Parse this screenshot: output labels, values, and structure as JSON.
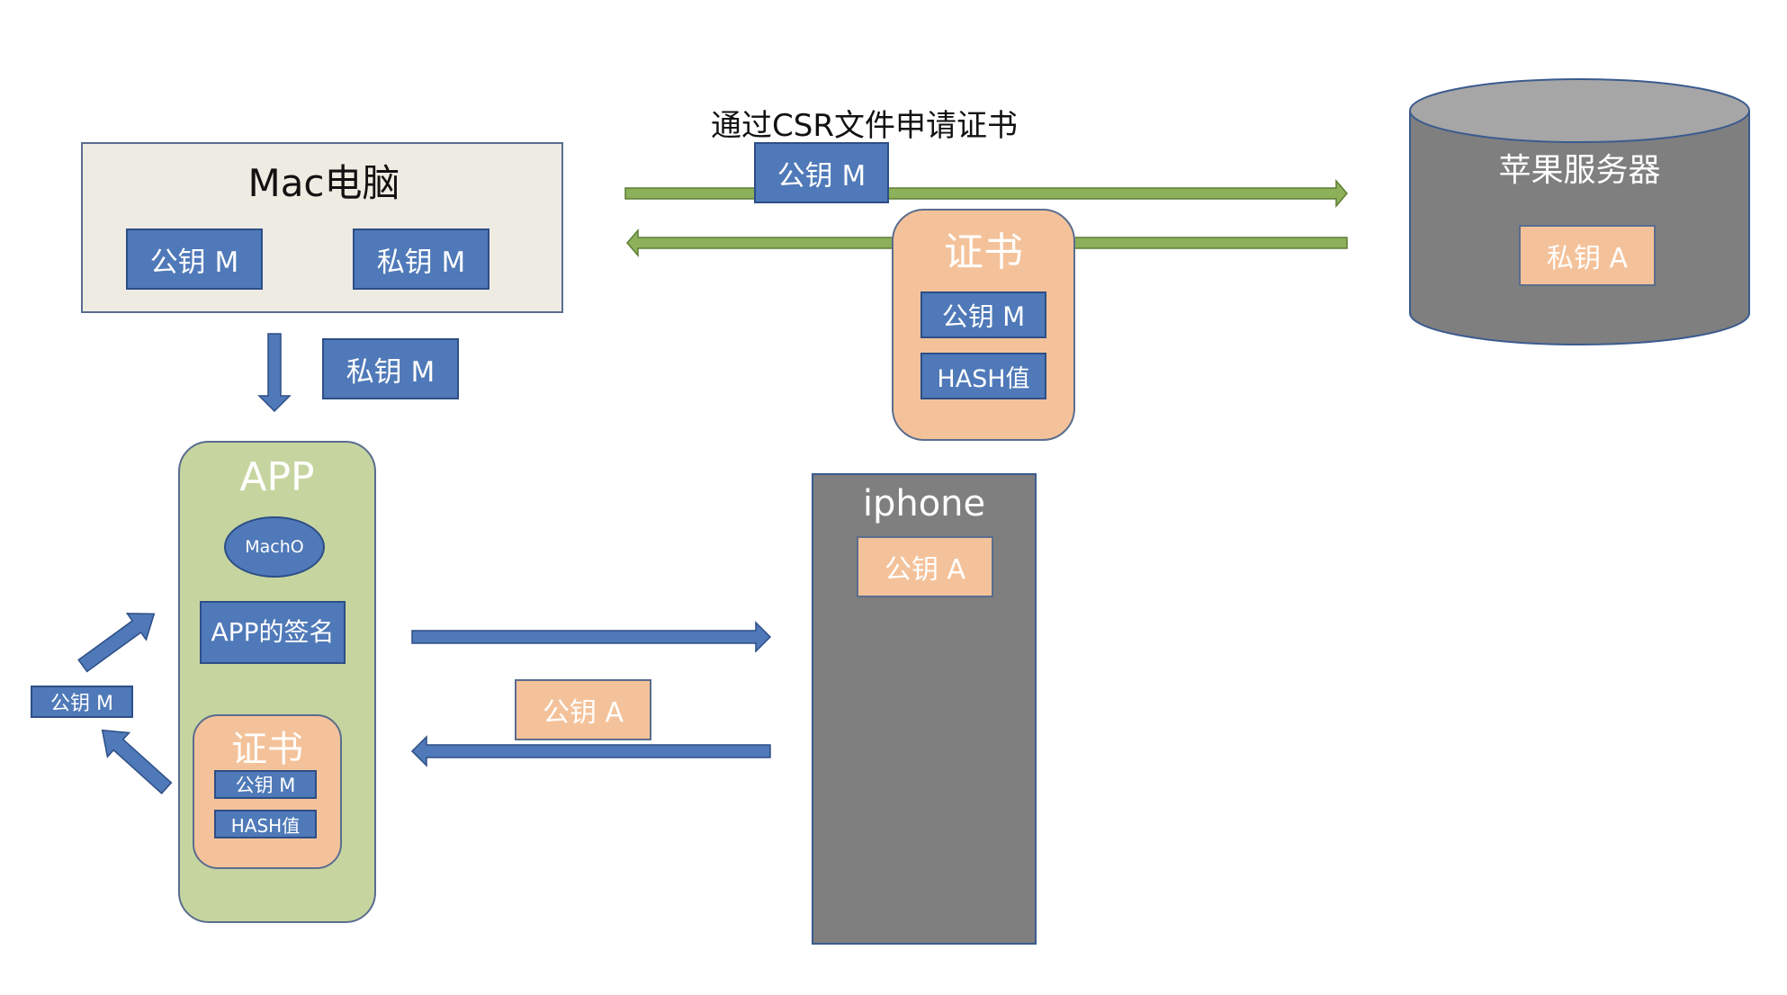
{
  "labels": {
    "csr_caption": "通过CSR文件申请证书",
    "mac_title": "Mac电脑",
    "mac_public_key": "公钥 M",
    "mac_private_key": "私钥 M",
    "private_key_to_app": "私钥 M",
    "csr_public_key": "公钥 M",
    "cert_top_title": "证书",
    "cert_top_public_key": "公钥 M",
    "cert_top_hash": "HASH值",
    "server_title": "苹果服务器",
    "server_private_key": "私钥 A",
    "app_title": "APP",
    "macho": "MachO",
    "app_signature": "APP的签名",
    "cert_app_title": "证书",
    "cert_app_public_key": "公钥 M",
    "cert_app_hash": "HASH值",
    "side_public_key": "公钥 M",
    "iphone_title": "iphone",
    "iphone_public_key": "公钥 A",
    "transfer_public_key": "公钥 A"
  },
  "colors": {
    "blue": "#4f79b8",
    "peach": "#f4c29a",
    "green_arrow": "#8db05a",
    "app_green": "#c6d59f",
    "mac_bg": "#eeebe2",
    "server_gray": "#7f7f7f",
    "server_top": "#a6a6a6",
    "iphone_gray": "#7f7f7f"
  }
}
